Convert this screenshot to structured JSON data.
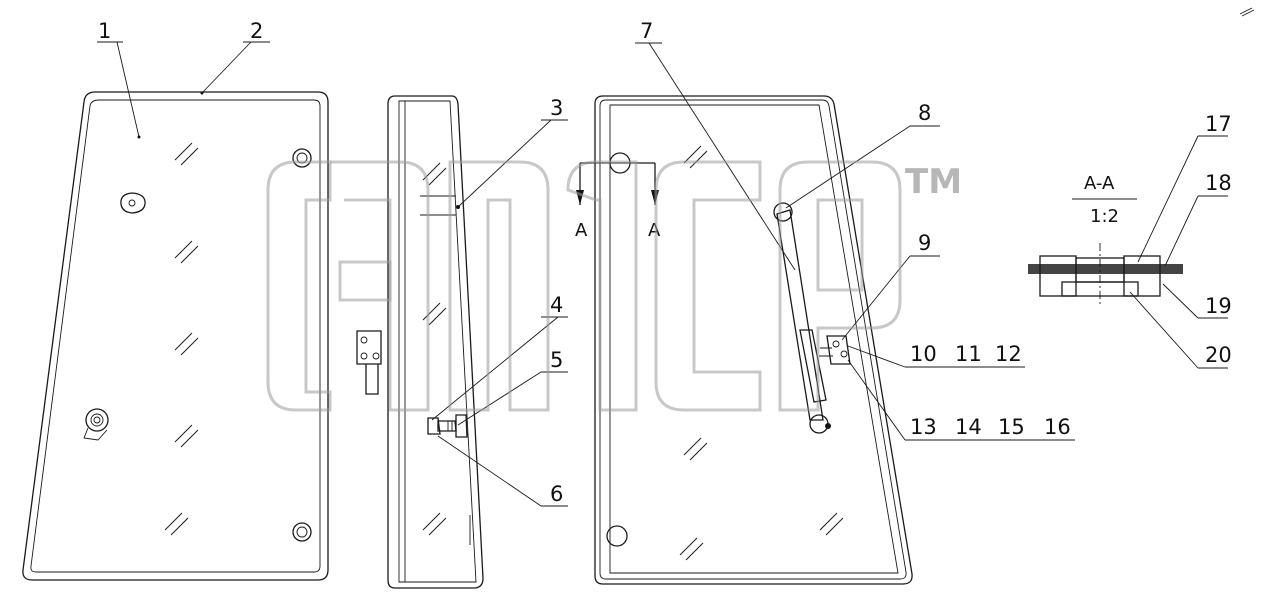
{
  "callouts": {
    "c1": "1",
    "c2": "2",
    "c3": "3",
    "c4": "4",
    "c5": "5",
    "c6": "6",
    "c7": "7",
    "c8": "8",
    "c9": "9",
    "c10": "10",
    "c11": "11",
    "c12": "12",
    "c13": "13",
    "c14": "14",
    "c15": "15",
    "c16": "16",
    "c17": "17",
    "c18": "18",
    "c19": "19",
    "c20": "20"
  },
  "section": {
    "marker_left": "A",
    "marker_right": "A",
    "title": "A-A",
    "scale": "1:2"
  },
  "watermark": {
    "trademark": "TM",
    "color": "#9a9a9a"
  },
  "colors": {
    "line": "#1a1a1a",
    "background": "#ffffff"
  }
}
